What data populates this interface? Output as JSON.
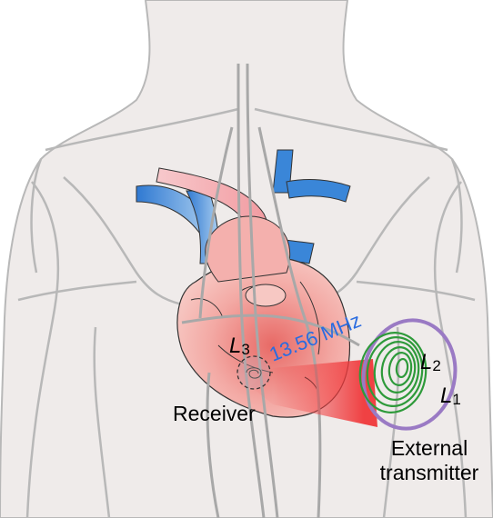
{
  "labels": {
    "inductor_l3": "L",
    "inductor_l3_sub": "3",
    "inductor_l2": "L",
    "inductor_l2_sub": "2",
    "inductor_l1": "L",
    "inductor_l1_sub": "1",
    "frequency": "13.56 MHz",
    "receiver": "Receiver",
    "transmitter_line1": "External",
    "transmitter_line2": "transmitter"
  },
  "colors": {
    "body_fill": "#efebea",
    "body_outline": "#b8b8b8",
    "heart_fill": "#f2a6a3",
    "heart_dark": "#e0605f",
    "vein_blue": "#3a86d8",
    "artery_pink": "#f5b5b8",
    "frequency_text": "#2a6ce0",
    "coil_green": "#2e9a3a",
    "loop_purple": "#9a7ac4",
    "beam_red": "#f0383a"
  }
}
